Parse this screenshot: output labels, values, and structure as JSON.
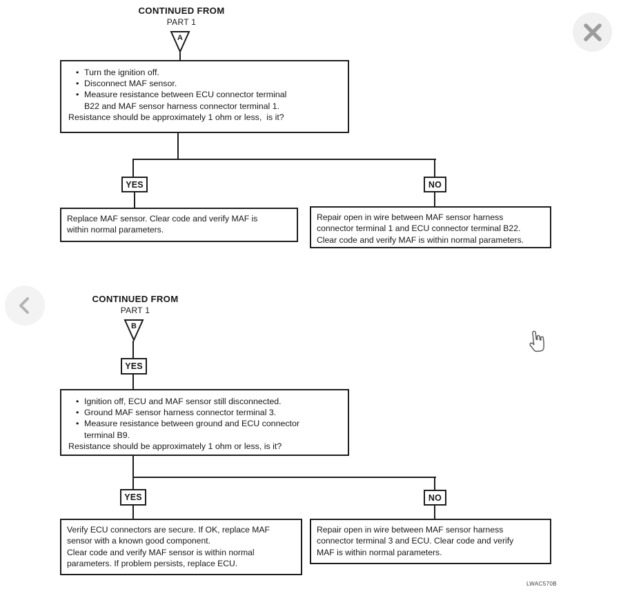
{
  "colors": {
    "diagram_ink": "#1c1c1c",
    "chrome_circle": "#f0f0f0",
    "chrome_icon": "#9c9c9c",
    "background": "#ffffff"
  },
  "viewer": {
    "icons": {
      "close-icon": "✕",
      "chevron-left-icon": "‹",
      "hand-pointer-icon": "☝"
    }
  },
  "flowchart": {
    "ref_code": "LWAC570B",
    "sections": [
      {
        "header_line1": "CONTINUED FROM",
        "header_line2": "PART 1",
        "connector_label": "A",
        "steps": [
          "Turn the ignition off.",
          "Disconnect MAF sensor.",
          "Measure resistance between ECU connector terminal\nB22 and MAF sensor harness connector terminal 1."
        ],
        "question": "Resistance should be approximately 1 ohm or less,  is it?",
        "yes_label": "YES",
        "no_label": "NO",
        "yes_outcome": "Replace MAF sensor. Clear code and verify MAF is\nwithin normal parameters.",
        "no_outcome": "Repair open in wire between MAF sensor harness\nconnector terminal 1 and ECU connector terminal B22.\nClear code and verify MAF is within normal parameters."
      },
      {
        "header_line1": "CONTINUED FROM",
        "header_line2": "PART 1",
        "connector_label": "B",
        "entry_label": "YES",
        "steps": [
          "Ignition off, ECU and MAF sensor still disconnected.",
          "Ground MAF sensor harness connector terminal 3.",
          "Measure resistance between ground and ECU connector\nterminal B9."
        ],
        "question": "Resistance should be approximately 1 ohm or less, is it?",
        "yes_label": "YES",
        "no_label": "NO",
        "yes_outcome": "Verify ECU connectors are secure. If OK, replace MAF\nsensor with a known good component.\nClear code and verify MAF sensor is within normal\nparameters. If problem persists, replace ECU.",
        "no_outcome": "Repair open in wire between MAF sensor harness\nconnector terminal 3 and ECU. Clear code and verify\nMAF is within normal parameters."
      }
    ]
  }
}
